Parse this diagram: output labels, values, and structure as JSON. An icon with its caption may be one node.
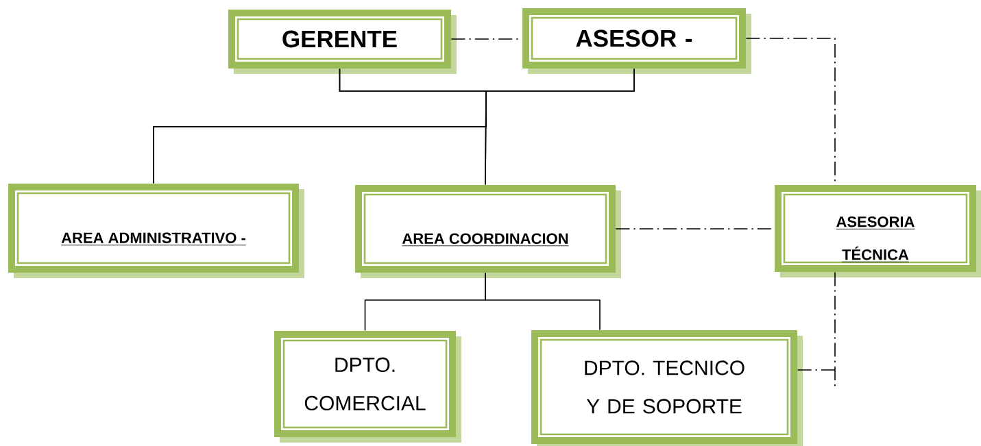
{
  "diagram": {
    "nodes": [
      {
        "text": [
          "GERENTE"
        ]
      },
      {
        "text": [
          "ASESOR -"
        ]
      },
      {
        "text": [
          "AREA ADMINISTRATIVO -"
        ]
      },
      {
        "text": [
          "AREA COORDINACION"
        ]
      },
      {
        "text": [
          "ASESORIA TÉCNICA"
        ]
      },
      {
        "text": [
          "DPTO. COMERCIAL"
        ]
      },
      {
        "text": [
          "DPTO. TECNICO Y DE SOPORTE"
        ]
      }
    ],
    "edges": [
      {
        "from": 0,
        "to": 2,
        "arrow": "none"
      },
      {
        "from": 0,
        "to": 3,
        "arrow": "none"
      },
      {
        "from": 1,
        "to": 2,
        "arrow": "none"
      },
      {
        "from": 1,
        "to": 3,
        "arrow": "none"
      },
      {
        "from": 3,
        "to": 5,
        "arrow": "none"
      },
      {
        "from": 3,
        "to": 6,
        "arrow": "none"
      },
      {
        "from": 0,
        "to": 1,
        "arrow": "none",
        "style": "dashed"
      },
      {
        "from": 1,
        "to": 4,
        "arrow": "none",
        "style": "dashed"
      },
      {
        "from": 3,
        "to": 4,
        "arrow": "none",
        "style": "dashed"
      },
      {
        "from": 4,
        "to": 6,
        "arrow": "none",
        "style": "dashed"
      }
    ]
  }
}
